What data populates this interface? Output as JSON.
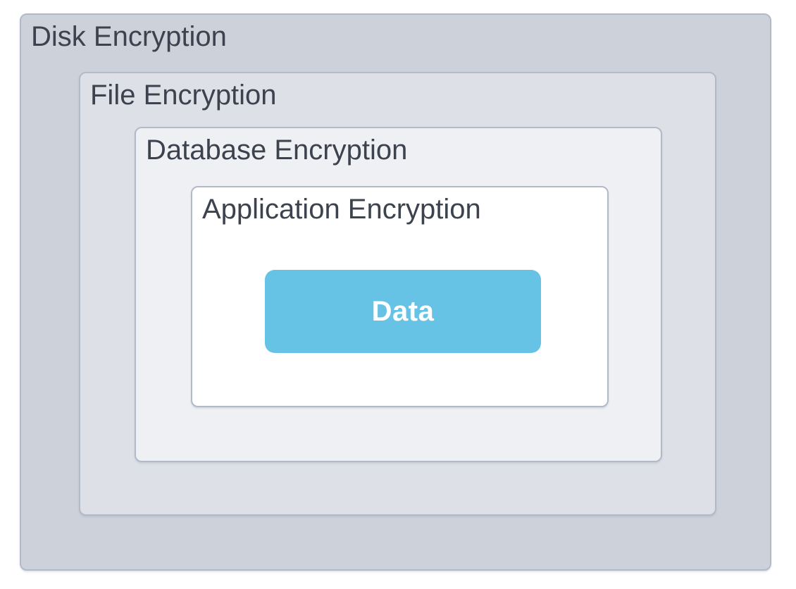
{
  "diagram": {
    "layers": [
      {
        "label": "Disk Encryption",
        "bg": "#cdd1d9"
      },
      {
        "label": "File Encryption",
        "bg": "#dde0e6"
      },
      {
        "label": "Database Encryption",
        "bg": "#eff0f3"
      },
      {
        "label": "Application Encryption",
        "bg": "#ffffff"
      }
    ],
    "data_box": {
      "label": "Data",
      "bg": "#66c3e6",
      "text_color": "#ffffff"
    },
    "styles": {
      "border_color": "#b3bac7",
      "label_color": "#3c434e"
    }
  }
}
